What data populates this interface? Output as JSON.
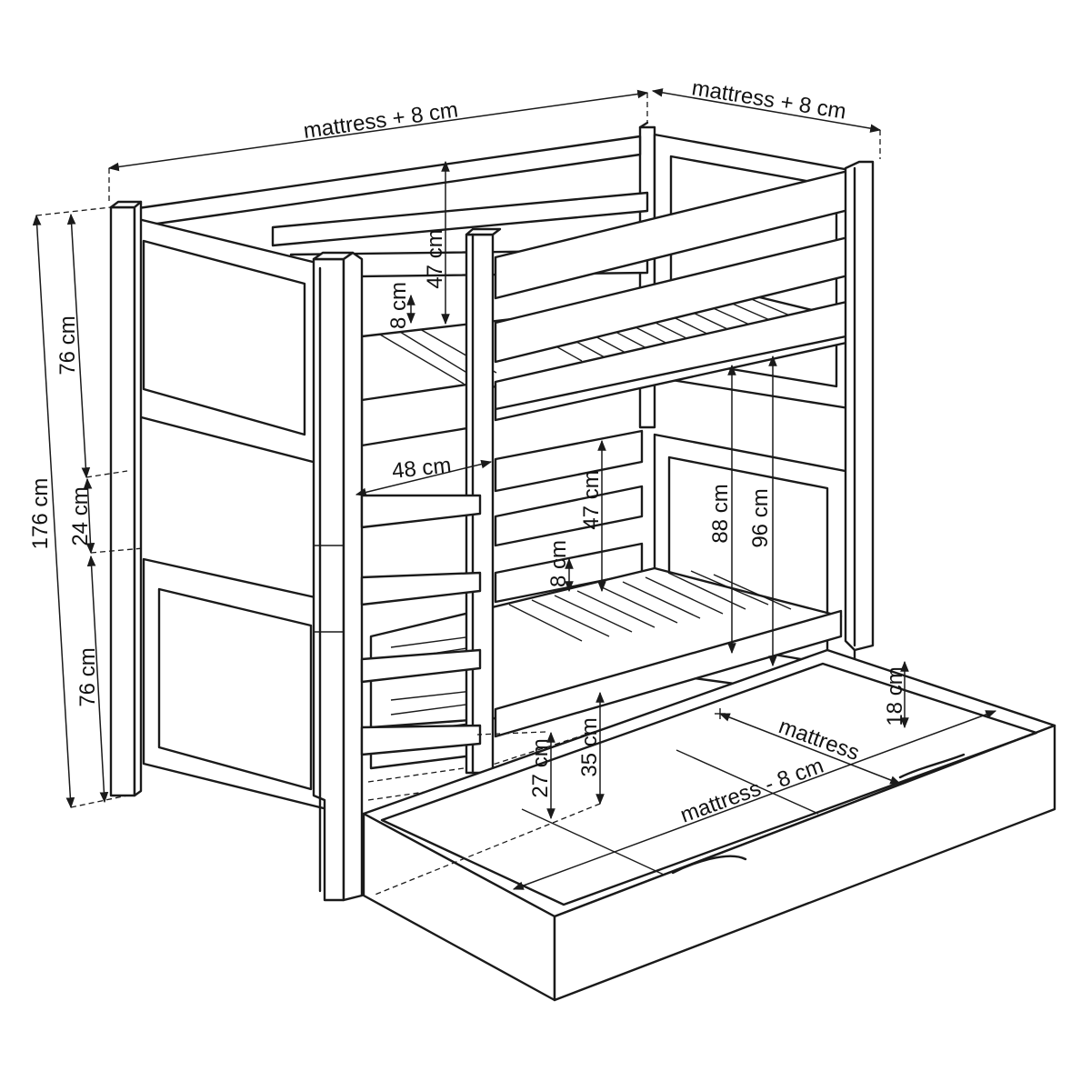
{
  "labels": {
    "total_length": "mattress + 8 cm",
    "total_width": "mattress + 8 cm",
    "total_height": "176 cm",
    "upper_section": "76 cm",
    "middle_gap": "24 cm",
    "lower_section": "76 cm",
    "upper_rail_height": "47 cm",
    "upper_rail_gap": "8 cm",
    "ladder_width": "48 cm",
    "lower_rail_height": "47 cm",
    "lower_rail_gap": "8 cm",
    "clearance_88": "88 cm",
    "clearance_96": "96 cm",
    "drawer_depth": "18 cm",
    "drawer_mattress": "mattress",
    "drawer_length": "mattress - 8 cm",
    "drawer_height": "27 cm",
    "floor_clearance": "35 cm"
  },
  "colors": {
    "line": "#1a1a1a",
    "background": "#ffffff"
  }
}
